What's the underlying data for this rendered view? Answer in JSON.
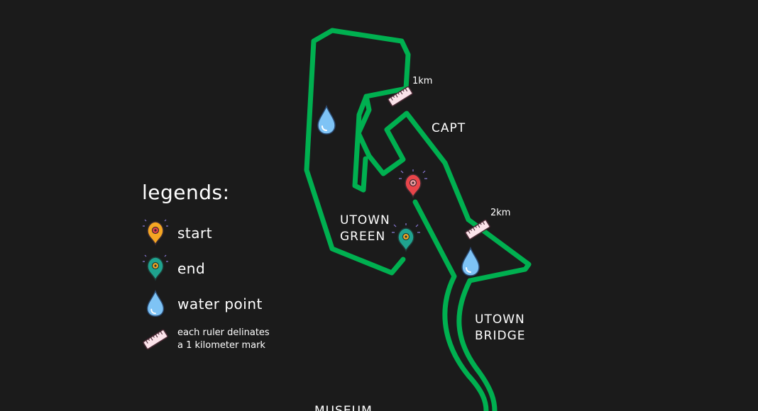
{
  "legend": {
    "title": "legends:",
    "items": [
      {
        "icon": "start-pin-icon",
        "label": "start",
        "color": "#f5a623"
      },
      {
        "icon": "end-pin-icon",
        "label": "end",
        "color": "#1fa38f"
      },
      {
        "icon": "water-drop-icon",
        "label": "water point",
        "color": "#7ec3f5"
      },
      {
        "icon": "ruler-icon",
        "label_line1": "each ruler delinates",
        "label_line2": "a 1 kilometer mark"
      }
    ]
  },
  "map": {
    "route_color": "#00b050",
    "places": {
      "capt": "CAPT",
      "utown_green_line1": "UTOWN",
      "utown_green_line2": "GREEN",
      "utown_bridge_line1": "UTOWN",
      "utown_bridge_line2": "BRIDGE",
      "museum": "MUSEUM"
    },
    "km_marks": {
      "first": "1km",
      "second": "2km"
    },
    "start_marker_color": "#e8454a",
    "end_marker_color": "#1fa38f",
    "water_color": "#7ec3f5"
  }
}
